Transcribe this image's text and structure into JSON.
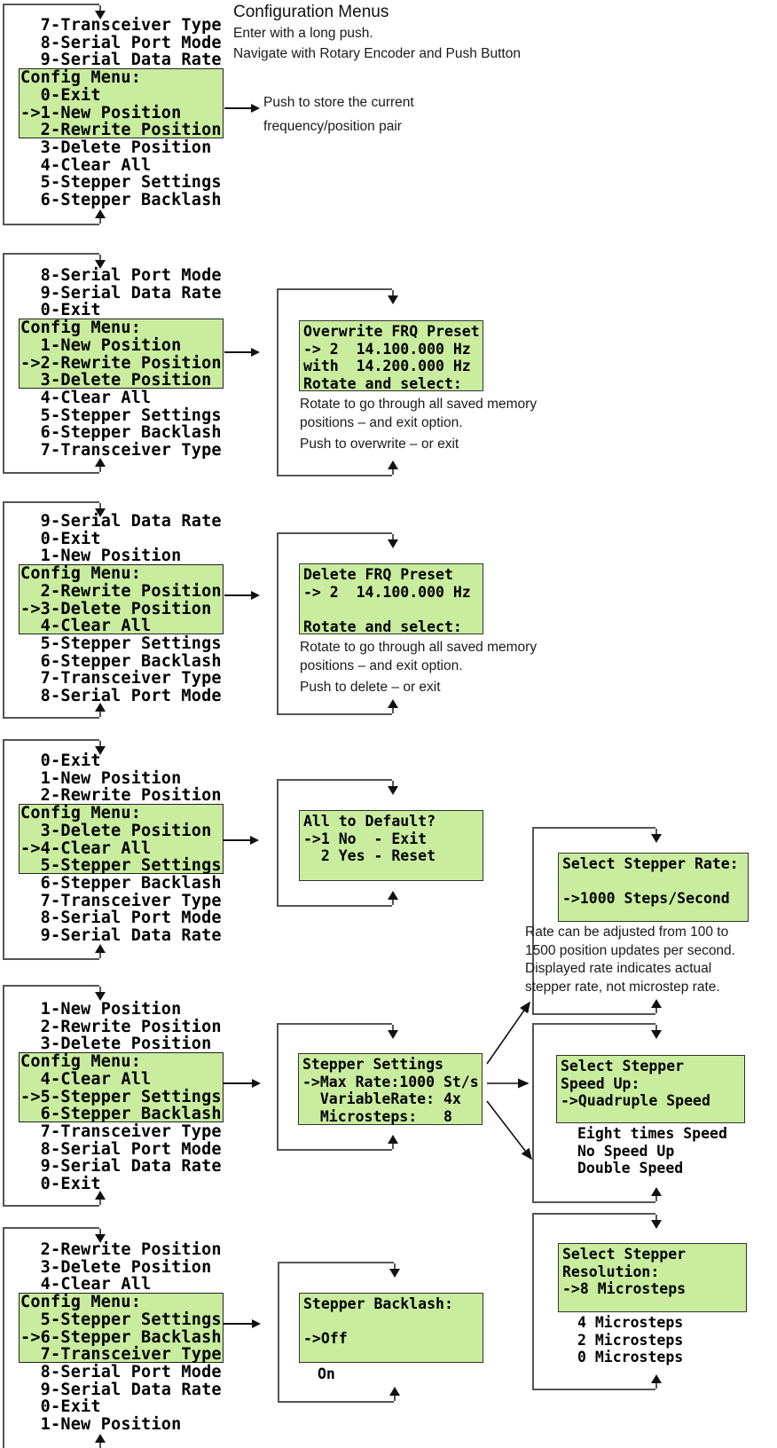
{
  "header": {
    "title": "Configuration Menus",
    "subtitle_lines": [
      "Enter with a long push.",
      "Navigate with Rotary Encoder and Push Button"
    ]
  },
  "note_store": {
    "lines": [
      "Push to store the current",
      "frequency/position pair"
    ]
  },
  "menus": [
    {
      "lines": [
        "  7-Transceiver Type",
        "  8-Serial Port Mode",
        "  9-Serial Data Rate",
        "Config Menu:",
        "  0-Exit",
        "->1-New Position",
        "  2-Rewrite Position",
        "  3-Delete Position",
        "  4-Clear All",
        "  5-Stepper Settings",
        "  6-Stepper Backlash"
      ]
    },
    {
      "lines": [
        "  8-Serial Port Mode",
        "  9-Serial Data Rate",
        "  0-Exit",
        "Config Menu:",
        "  1-New Position",
        "->2-Rewrite Position",
        "  3-Delete Position",
        "  4-Clear All",
        "  5-Stepper Settings",
        "  6-Stepper Backlash",
        "  7-Transceiver Type"
      ]
    },
    {
      "lines": [
        "  9-Serial Data Rate",
        "  0-Exit",
        "  1-New Position",
        "Config Menu:",
        "  2-Rewrite Position",
        "->3-Delete Position",
        "  4-Clear All",
        "  5-Stepper Settings",
        "  6-Stepper Backlash",
        "  7-Transceiver Type",
        "  8-Serial Port Mode"
      ]
    },
    {
      "lines": [
        "  0-Exit",
        "  1-New Position",
        "  2-Rewrite Position",
        "Config Menu:",
        "  3-Delete Position",
        "->4-Clear All",
        "  5-Stepper Settings",
        "  6-Stepper Backlash",
        "  7-Transceiver Type",
        "  8-Serial Port Mode",
        "  9-Serial Data Rate"
      ]
    },
    {
      "lines": [
        "  1-New Position",
        "  2-Rewrite Position",
        "  3-Delete Position",
        "Config Menu:",
        "  4-Clear All",
        "->5-Stepper Settings",
        "  6-Stepper Backlash",
        "  7-Transceiver Type",
        "  8-Serial Port Mode",
        "  9-Serial Data Rate",
        "  0-Exit"
      ]
    },
    {
      "lines": [
        "  2-Rewrite Position",
        "  3-Delete Position",
        "  4-Clear All",
        "Config Menu:",
        "  5-Stepper Settings",
        "->6-Stepper Backlash",
        "  7-Transceiver Type",
        "  8-Serial Port Mode",
        "  9-Serial Data Rate",
        "  0-Exit",
        "  1-New Position"
      ]
    }
  ],
  "panels": {
    "overwrite": {
      "screen": [
        "Overwrite FRQ Preset",
        "-> 2  14.100.000 Hz",
        "with  14.200.000 Hz",
        "Rotate and select:"
      ],
      "caption": [
        "Rotate to go through all saved memory",
        "positions – and exit option."
      ],
      "caption2": "Push to overwrite – or exit"
    },
    "delete": {
      "screen": [
        "Delete FRQ Preset",
        "-> 2  14.100.000 Hz",
        "",
        "Rotate and select:"
      ],
      "caption": [
        "Rotate to go through all saved memory",
        "positions – and exit option."
      ],
      "caption2": "Push to delete – or exit"
    },
    "all_default": {
      "screen": [
        "All to Default?",
        "->1 No  - Exit",
        "  2 Yes - Reset",
        ""
      ]
    },
    "stepper_settings": {
      "screen": [
        "Stepper Settings",
        "->Max Rate:1000 St/s",
        "  VariableRate: 4x",
        "  Microsteps:   8"
      ]
    },
    "stepper_rate": {
      "screen": [
        "Select Stepper Rate:",
        "",
        "->1000 Steps/Second",
        ""
      ],
      "caption": [
        "Rate can be adjusted from 100 to",
        "1500 position updates per second.",
        "Displayed rate indicates actual",
        "stepper rate, not microstep rate."
      ]
    },
    "speed_up": {
      "screen": [
        "Select Stepper",
        "Speed Up:",
        "->Quadruple Speed",
        ""
      ],
      "options": [
        "Eight times Speed",
        "No Speed Up",
        "Double Speed"
      ]
    },
    "resolution": {
      "screen": [
        "Select Stepper",
        "Resolution:",
        "->8 Microsteps",
        ""
      ],
      "options": [
        "4 Microsteps",
        "2 Microsteps",
        "0 Microsteps"
      ]
    },
    "backlash": {
      "screen": [
        "Stepper Backlash:",
        "",
        "->Off",
        ""
      ],
      "option": "On"
    }
  },
  "colors": {
    "screen_green": "#c9ec9e"
  }
}
